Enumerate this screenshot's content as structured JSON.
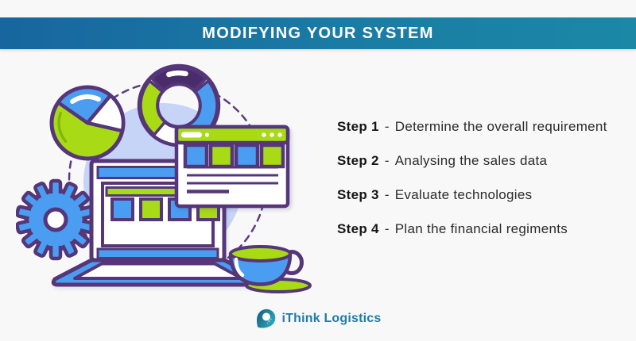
{
  "page": {
    "background": "#f8f8f9"
  },
  "header": {
    "title": "MODIFYING YOUR SYSTEM",
    "gradient_left": "#17669f",
    "gradient_right": "#1b88a6",
    "text_color": "#ffffff"
  },
  "steps": {
    "separator": "-",
    "items": [
      {
        "label": "Step 1",
        "text": "Determine the overall requirement"
      },
      {
        "label": "Step 2",
        "text": "Analysing the sales data"
      },
      {
        "label": "Step 3",
        "text": "Evaluate technologies"
      },
      {
        "label": "Step 4",
        "text": "Plan the financial regiments"
      }
    ]
  },
  "footer": {
    "brand": "iThink Logistics",
    "brand_color": "#1e7ca6",
    "pin_gradient": [
      "#15607f",
      "#2ba9bd"
    ]
  },
  "illustration": {
    "name": "system-analytics-illustration",
    "elements": [
      "pie-chart",
      "donut-chart",
      "browser-window",
      "laptop",
      "gear",
      "coffee-cup",
      "dashed-circle",
      "background-circle"
    ],
    "colors": {
      "outline_purple": "#553679",
      "dark_purple": "#4b2c6b",
      "blue": "#4a9df1",
      "green": "#a8da15",
      "periwinkle": "#c6d4f7",
      "white": "#ffffff"
    }
  }
}
